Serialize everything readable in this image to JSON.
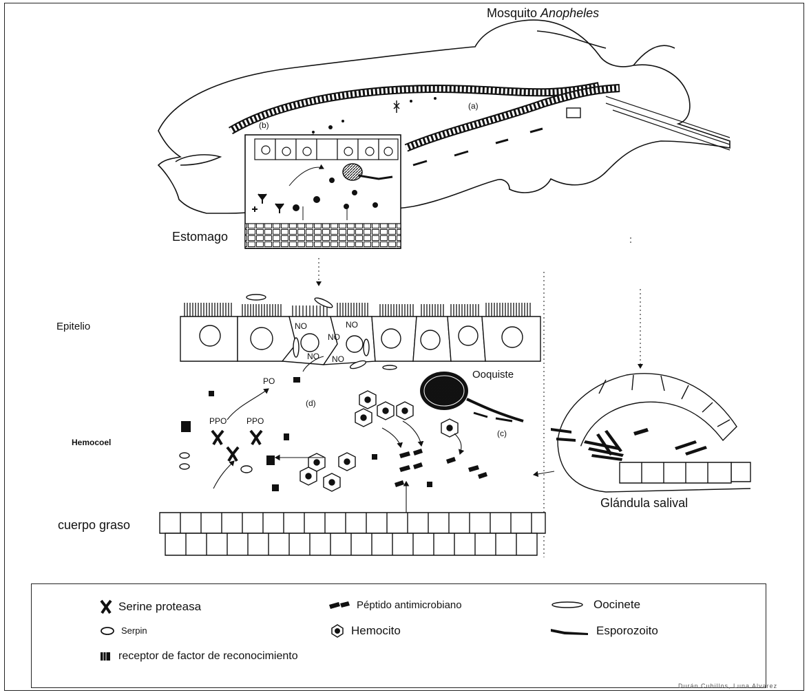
{
  "title": {
    "prefix": "Mosquito ",
    "italic": "Anopheles"
  },
  "labels": {
    "a": "(a)",
    "b": "(b)",
    "c": "(c)",
    "d": "(d)",
    "estomago": "Estomago",
    "epitelio": "Epitelio",
    "hemocoel": "Hemocoel",
    "cuerpo_graso": "cuerpo graso",
    "glandula_salival": "Glándula salival",
    "ooquiste": "Ooquiste",
    "ppo_1": "PPO",
    "ppo_2": "PPO",
    "po": "PO",
    "no_1": "NO",
    "no_2": "NO",
    "no_3": "NO",
    "no_4": "NO",
    "no_5": "NO"
  },
  "legend": {
    "items": [
      {
        "icon": "serine-protease-icon",
        "label": "Serine proteasa"
      },
      {
        "icon": "antimicrobial-peptide-icon",
        "label": "Péptido antimicrobiano"
      },
      {
        "icon": "ookinete-icon",
        "label": "Oocinete"
      },
      {
        "icon": "serpin-icon",
        "label": "Serpin"
      },
      {
        "icon": "hemocyte-icon",
        "label": "Hemocito"
      },
      {
        "icon": "sporozoite-icon",
        "label": "Esporozoito"
      },
      {
        "icon": "recognition-receptor-icon",
        "label": "receptor de factor de reconocimiento"
      }
    ]
  },
  "credit": "Durán Cubillos, Luna Alvarez"
}
